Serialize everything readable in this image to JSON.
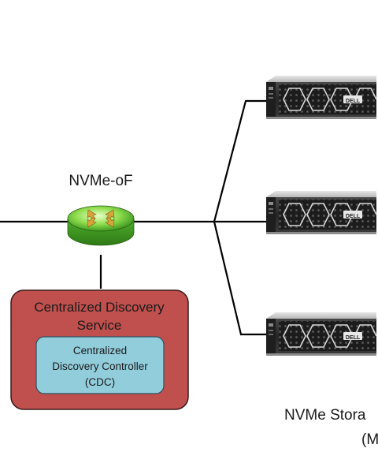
{
  "diagram": {
    "router_label": "NVMe-oF",
    "cds": {
      "title_line1": "Centralized Discovery",
      "title_line2": "Service",
      "cdc_line1": "Centralized",
      "cdc_line2": "Discovery Controller",
      "cdc_line3": "(CDC)"
    },
    "storage_label_line1": "NVMe Stora",
    "storage_label_line2": "(M",
    "server_brand": "DELL",
    "colors": {
      "cds_fill": "#c0504d",
      "cds_stroke": "#3a1a1a",
      "cdc_fill": "#92cddc",
      "cdc_stroke": "#2f4f5f",
      "router_green": "#66c23a",
      "line": "#000000",
      "server_dark": "#2b2b2b"
    }
  }
}
